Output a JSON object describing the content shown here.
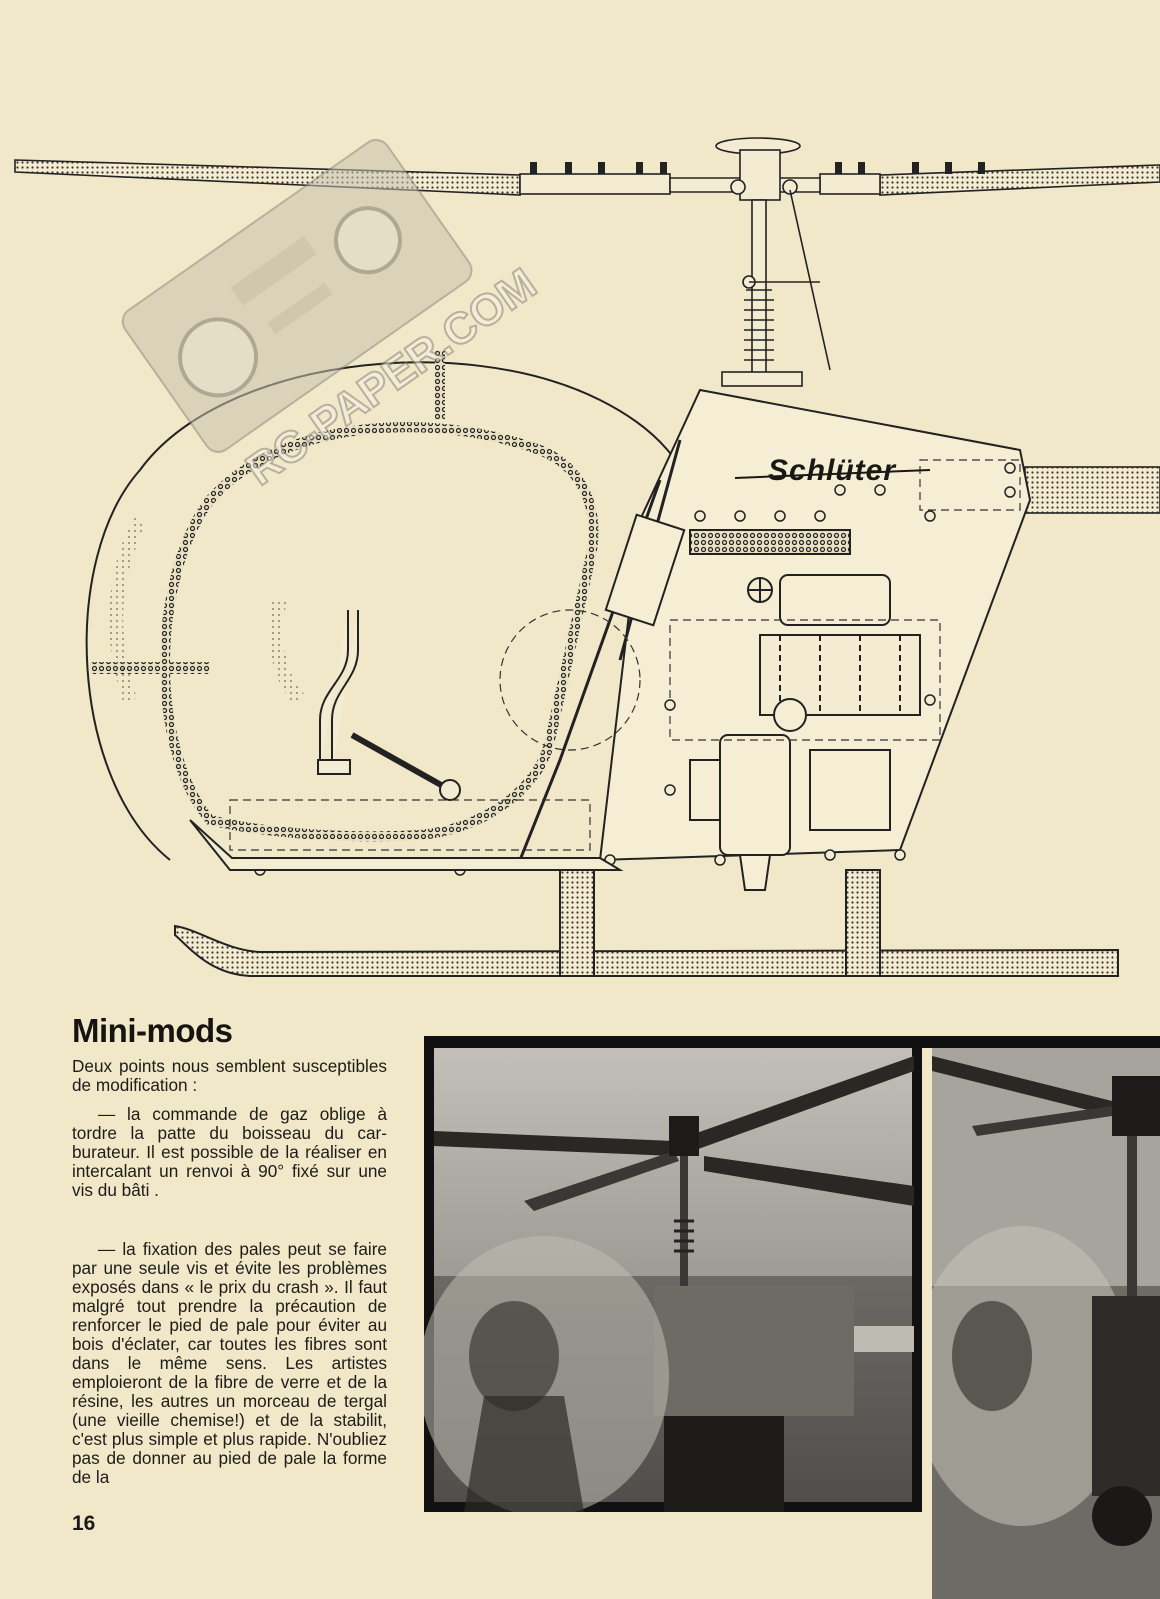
{
  "article": {
    "heading": "Mini-mods",
    "intro": "Deux points nous semblent sus­ceptibles de modification :",
    "paragraphs": [
      "— la commande de gaz oblige à tordre la patte du boisseau du car­burateur. Il est possible de la réali­ser en intercalant un renvoi à 90° fixé sur une vis du bâti .",
      "— la fixation des pales peut se faire par une seule vis et évite les problèmes exposés dans « le prix du crash ». Il faut malgré tout pren­dre la précaution de renforcer le pied de pale pour éviter au bois d'éclater, car toutes les fibres sont dans le même sens. Les artistes emploieront de la fibre de verre et de la résine, les autres un morceau de tergal (une vieille chemise!) et de la stabilit, c'est plus simple et plus rapide. N'oubliez pas de don­ner au pied de pale la forme de la"
    ],
    "page_number": "16"
  },
  "drawing": {
    "logo": "Schlüter",
    "watermark": "RC-PAPER.COM"
  },
  "colors": {
    "paper": "#f0e8c8",
    "ink": "#1c1a16",
    "photo_dark": "#111111"
  }
}
